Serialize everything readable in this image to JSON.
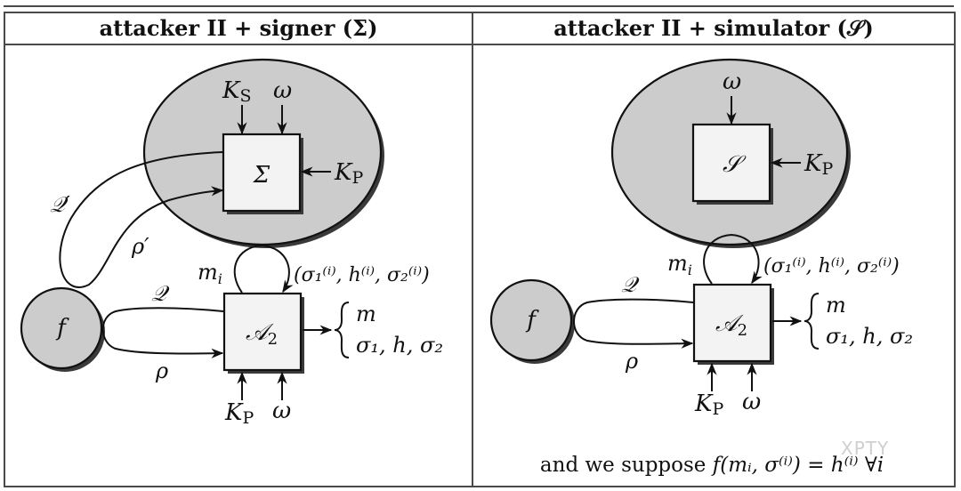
{
  "table": {
    "left_header": "attacker II + signer (Σ)",
    "right_header": "attacker II + simulator (𝒮)"
  },
  "left_panel": {
    "oracle_box_label": "Σ",
    "oracle_inputs": {
      "secret_key": "K",
      "secret_key_sub": "S",
      "randomness": "ω",
      "public_key": "K",
      "public_key_sub": "P"
    },
    "query_label": "𝒬′",
    "response_label": "ρ′",
    "function_node_label": "f",
    "function_query_label": "𝒬",
    "function_response_label": "ρ",
    "attacker_label": "𝒜",
    "attacker_sub": "2",
    "loop_out_label": "m",
    "loop_out_sub": "i",
    "loop_in_label": "(σ₁⁽ⁱ⁾, h⁽ⁱ⁾, σ₂⁽ⁱ⁾)",
    "attacker_inputs": {
      "public_key": "K",
      "public_key_sub": "P",
      "randomness": "ω"
    },
    "output_lines": [
      "m",
      "σ₁, h, σ₂"
    ]
  },
  "right_panel": {
    "oracle_box_label": "𝒮",
    "oracle_inputs": {
      "randomness": "ω",
      "public_key": "K",
      "public_key_sub": "P"
    },
    "function_node_label": "f",
    "function_query_label": "𝒬",
    "function_response_label": "ρ",
    "attacker_label": "𝒜",
    "attacker_sub": "2",
    "loop_out_label": "m",
    "loop_out_sub": "i",
    "loop_in_label": "(σ₁⁽ⁱ⁾, h⁽ⁱ⁾, σ₂⁽ⁱ⁾)",
    "attacker_inputs": {
      "public_key": "K",
      "public_key_sub": "P",
      "randomness": "ω"
    },
    "output_lines": [
      "m",
      "σ₁, h, σ₂"
    ],
    "footnote_prefix": "and we suppose ",
    "footnote_formula": "f(mᵢ, σ⁽ⁱ⁾) = h⁽ⁱ⁾ ∀i"
  },
  "watermark": "XPTY",
  "colors": {
    "ellipse_fill": "#cccccc",
    "box_fill": "#f3f3f3",
    "shadow": "#3a3a3a",
    "stroke": "#111111",
    "border": "#4a4a4a"
  }
}
